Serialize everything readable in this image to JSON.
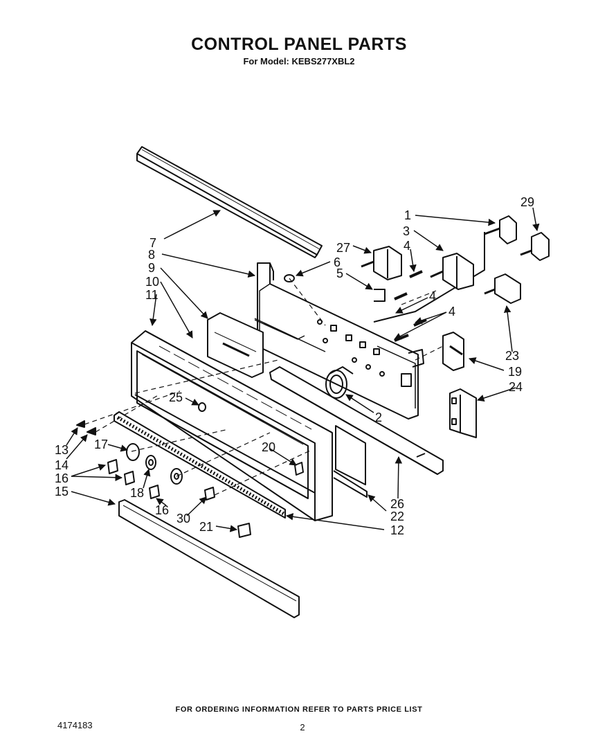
{
  "title": "CONTROL PANEL PARTS",
  "subtitle": "For Model: KEBS277XBL2",
  "footer": "FOR ORDERING INFORMATION REFER TO PARTS PRICE LIST",
  "document_number": "4174183",
  "page_number": "2",
  "callouts": {
    "c1": "1",
    "c2": "2",
    "c3": "3",
    "c4a": "4",
    "c4b": "4",
    "c4c": "4",
    "c5": "5",
    "c6": "6",
    "c7": "7",
    "c8": "8",
    "c9": "9",
    "c10": "10",
    "c11": "11",
    "c12": "12",
    "c13": "13",
    "c14": "14",
    "c15": "15",
    "c16a": "16",
    "c16b": "16",
    "c17": "17",
    "c18": "18",
    "c19": "19",
    "c20": "20",
    "c21": "21",
    "c22": "22",
    "c23": "23",
    "c24": "24",
    "c25": "25",
    "c26": "26",
    "c27": "27",
    "c29": "29",
    "c30": "30"
  }
}
